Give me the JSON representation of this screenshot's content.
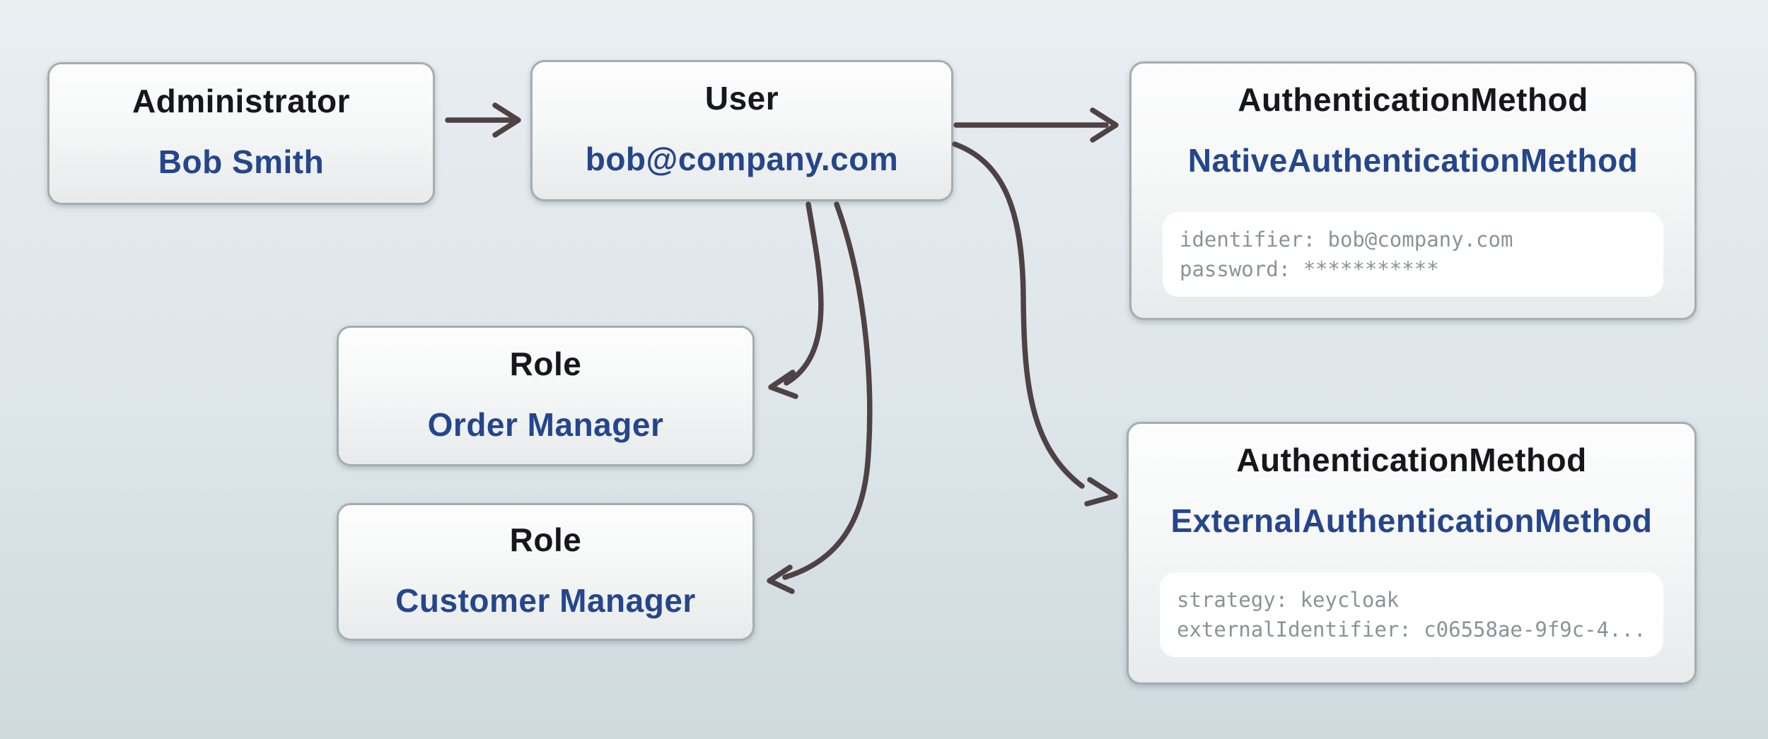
{
  "diagram": {
    "nodes": {
      "administrator": {
        "type": "Administrator",
        "name": "Bob Smith"
      },
      "user": {
        "type": "User",
        "name": "bob@company.com"
      },
      "native_auth": {
        "type": "AuthenticationMethod",
        "name": "NativeAuthenticationMethod",
        "fields": [
          "identifier: bob@company.com",
          "password: ***********"
        ]
      },
      "external_auth": {
        "type": "AuthenticationMethod",
        "name": "ExternalAuthenticationMethod",
        "fields": [
          "strategy: keycloak",
          "externalIdentifier: c06558ae-9f9c-4..."
        ]
      },
      "order_role": {
        "type": "Role",
        "name": "Order Manager"
      },
      "customer_role": {
        "type": "Role",
        "name": "Customer Manager"
      }
    },
    "edges": [
      {
        "from": "administrator",
        "to": "user"
      },
      {
        "from": "user",
        "to": "native_auth"
      },
      {
        "from": "user",
        "to": "external_auth"
      },
      {
        "from": "user",
        "to": "order_role"
      },
      {
        "from": "user",
        "to": "customer_role"
      }
    ],
    "colors": {
      "type_text": "#17171a",
      "instance_text": "#24468c",
      "field_text": "#8d9293",
      "arrow": "#4e4245",
      "node_border": "#a4adb1"
    }
  }
}
